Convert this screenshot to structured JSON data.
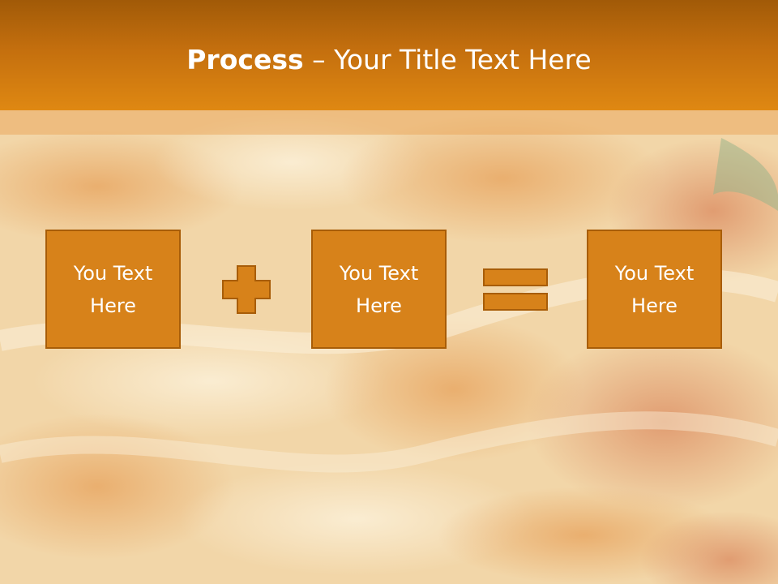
{
  "slide": {
    "title_bold": "Process",
    "title_rest": " – Your Title Text Here",
    "colors": {
      "header": "#c46f0e",
      "box_fill": "#d7821a",
      "box_border": "#a85d08",
      "text": "#ffffff"
    }
  },
  "process": {
    "steps": [
      {
        "line1": "You Text",
        "line2": "Here"
      },
      {
        "line1": "You Text",
        "line2": "Here"
      },
      {
        "line1": "You Text",
        "line2": "Here"
      }
    ],
    "operators": [
      "plus-icon",
      "equals-icon"
    ]
  }
}
